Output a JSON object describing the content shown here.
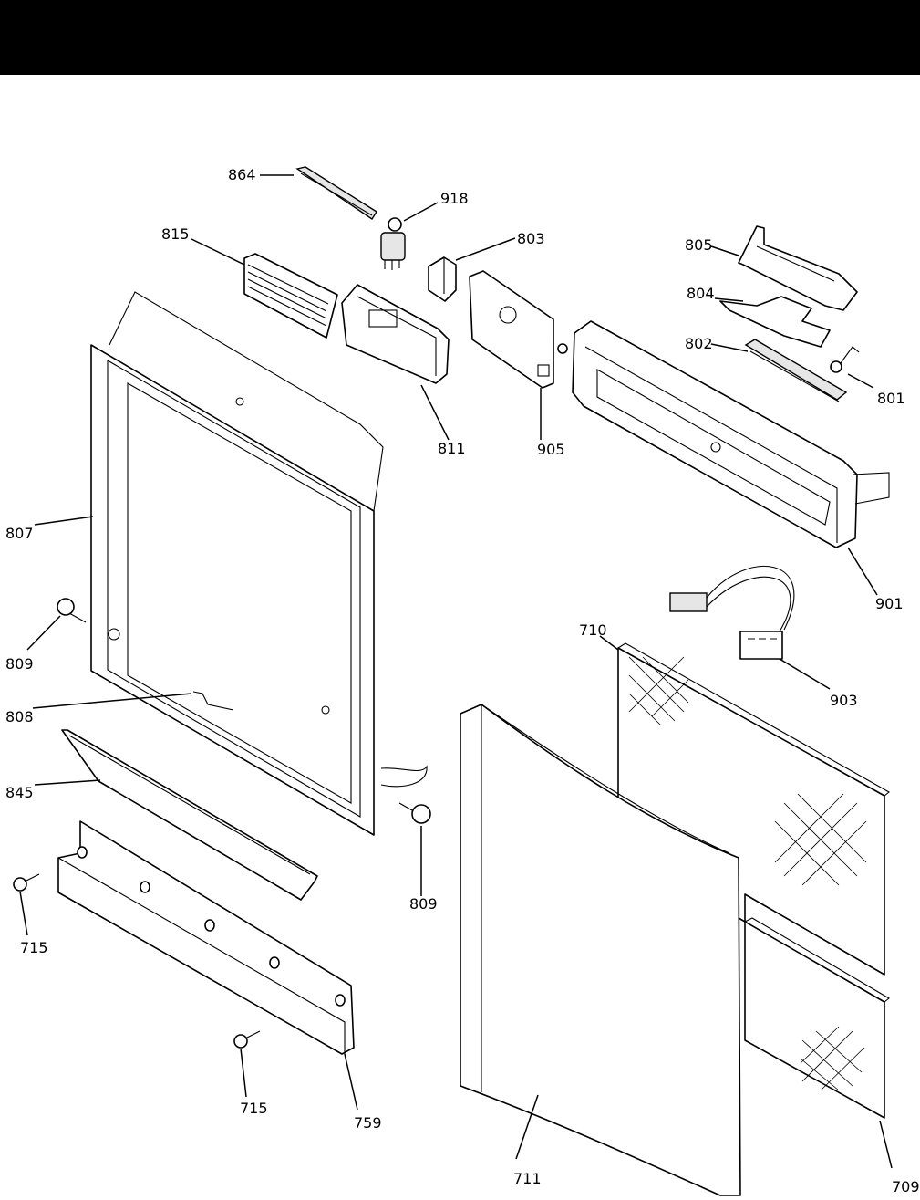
{
  "header": {
    "title": ""
  },
  "callouts": [
    {
      "id": "864",
      "label": "864"
    },
    {
      "id": "918",
      "label": "918"
    },
    {
      "id": "815",
      "label": "815"
    },
    {
      "id": "803",
      "label": "803"
    },
    {
      "id": "805",
      "label": "805"
    },
    {
      "id": "804",
      "label": "804"
    },
    {
      "id": "802",
      "label": "802"
    },
    {
      "id": "801",
      "label": "801"
    },
    {
      "id": "811",
      "label": "811"
    },
    {
      "id": "905",
      "label": "905"
    },
    {
      "id": "807",
      "label": "807"
    },
    {
      "id": "901",
      "label": "901"
    },
    {
      "id": "710",
      "label": "710"
    },
    {
      "id": "809a",
      "label": "809"
    },
    {
      "id": "903",
      "label": "903"
    },
    {
      "id": "808",
      "label": "808"
    },
    {
      "id": "845",
      "label": "845"
    },
    {
      "id": "809b",
      "label": "809"
    },
    {
      "id": "715a",
      "label": "715"
    },
    {
      "id": "715b",
      "label": "715"
    },
    {
      "id": "759",
      "label": "759"
    },
    {
      "id": "711",
      "label": "711"
    },
    {
      "id": "709",
      "label": "709"
    }
  ]
}
